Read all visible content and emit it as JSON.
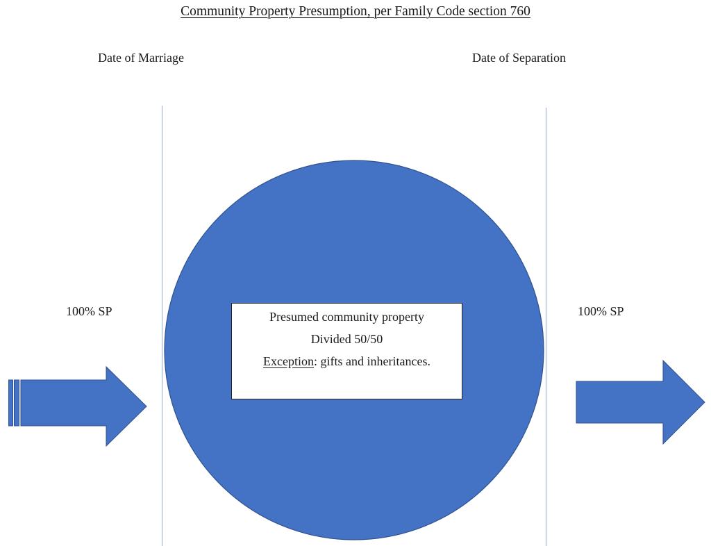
{
  "diagram": {
    "title": "Community Property Presumption, per Family Code section 760",
    "markers": {
      "left": {
        "label": "Date of Marriage"
      },
      "right": {
        "label": "Date of Separation"
      }
    },
    "periods": {
      "before_marriage": {
        "label": "100% SP"
      },
      "after_separation": {
        "label": "100% SP"
      }
    },
    "center": {
      "shape": "circle",
      "box": {
        "line1": "Presumed community property",
        "line2": "Divided 50/50",
        "exception_label": "Exception",
        "exception_text": ": gifts and inheritances."
      }
    },
    "colors": {
      "shape_fill": "#4472c4",
      "shape_stroke": "#2f528f",
      "timeline_line": "#8eaadb",
      "text": "#1a1a1a",
      "box_border": "#1f1f1f"
    }
  }
}
